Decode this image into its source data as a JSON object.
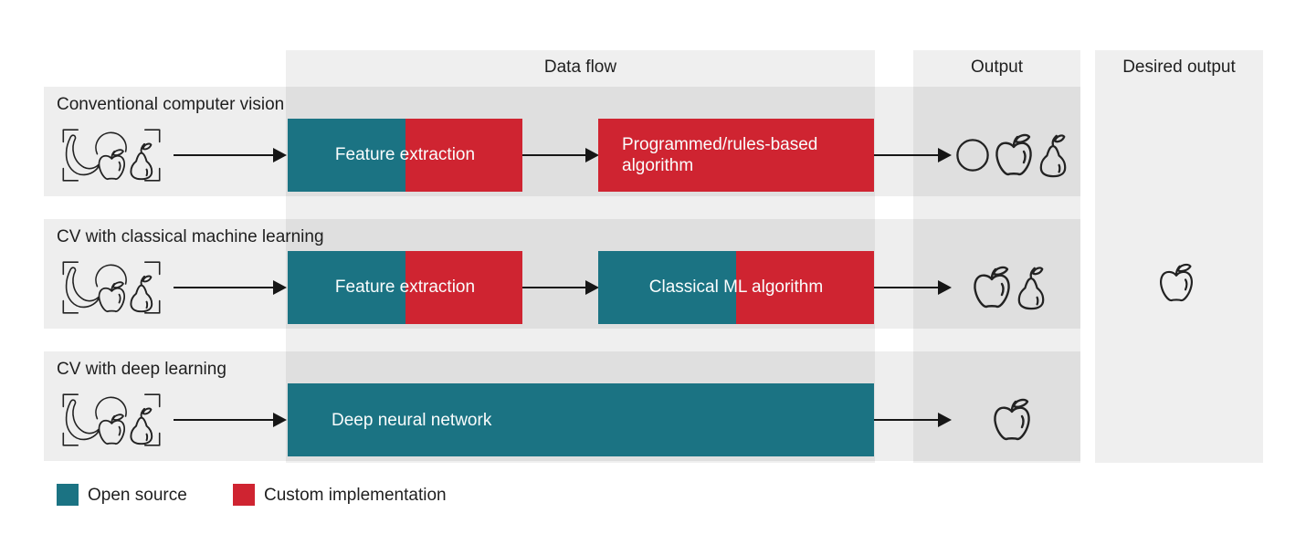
{
  "columns": {
    "data_flow": "Data flow",
    "output": "Output",
    "desired_output": "Desired output"
  },
  "rows": [
    {
      "label": "Conventional computer vision",
      "input_icon": "fruit-group-in-focus-frame (banana, orange, apple, pear)",
      "boxes": [
        {
          "label": "Feature extraction",
          "segments": [
            "open-source",
            "custom"
          ]
        },
        {
          "label": "Programmed/rules-based algorithm",
          "segments": [
            "custom"
          ]
        }
      ],
      "output_icons": [
        "circle-fruit",
        "apple",
        "pear"
      ]
    },
    {
      "label": "CV with classical machine learning",
      "input_icon": "fruit-group-in-focus-frame (banana, orange, apple, pear)",
      "boxes": [
        {
          "label": "Feature extraction",
          "segments": [
            "open-source",
            "custom"
          ]
        },
        {
          "label": "Classical ML algorithm",
          "segments": [
            "open-source",
            "custom"
          ]
        }
      ],
      "output_icons": [
        "apple",
        "pear"
      ]
    },
    {
      "label": "CV with deep learning",
      "input_icon": "fruit-group-in-focus-frame (banana, orange, apple, pear)",
      "boxes": [
        {
          "label": "Deep neural network",
          "segments": [
            "open-source"
          ]
        }
      ],
      "output_icons": [
        "apple"
      ]
    }
  ],
  "desired_output_icon": "apple",
  "legend": [
    {
      "label": "Open source",
      "color": "#1b7383"
    },
    {
      "label": "Custom implementation",
      "color": "#cf2431"
    }
  ],
  "colors": {
    "open_source": "#1b7383",
    "custom": "#cf2431",
    "column_band": "#efefef",
    "text": "#1f1f1f",
    "box_text": "#fafdfd",
    "arrow": "#161616"
  }
}
